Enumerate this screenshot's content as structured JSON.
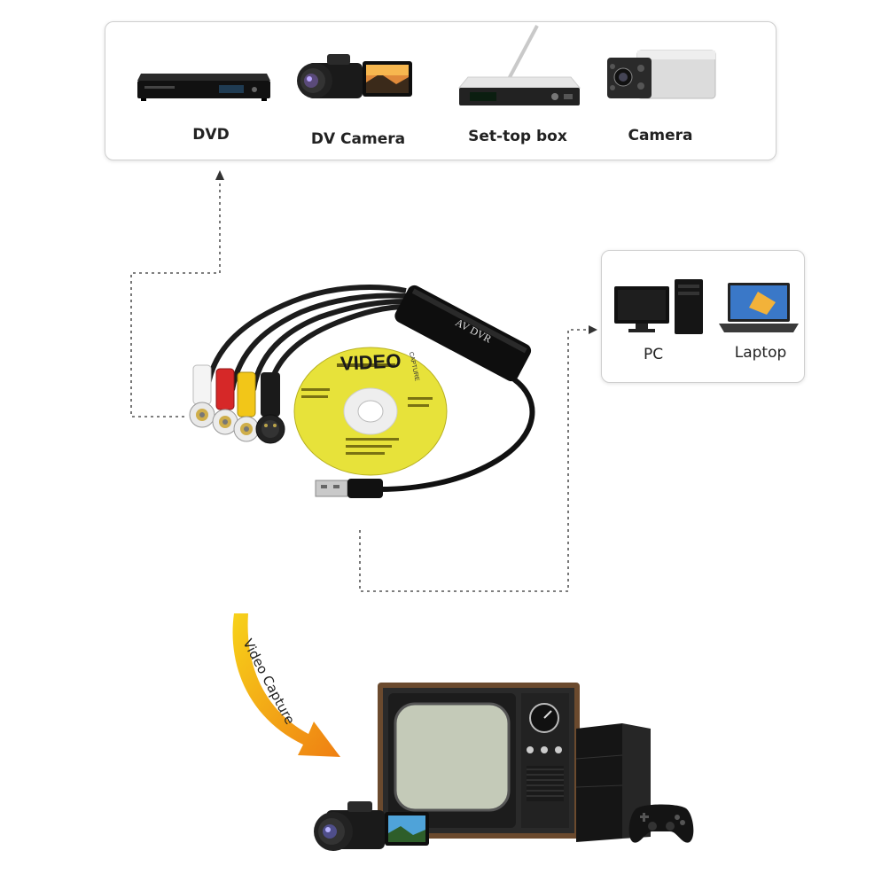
{
  "sources": {
    "items": [
      {
        "label": "DVD",
        "icon": "dvd-player-icon"
      },
      {
        "label": "DV Camera",
        "icon": "camcorder-icon"
      },
      {
        "label": "Set-top box",
        "icon": "set-top-box-icon"
      },
      {
        "label": "Camera",
        "icon": "security-camera-icon"
      }
    ]
  },
  "targets": {
    "items": [
      {
        "label": "PC",
        "icon": "desktop-pc-icon"
      },
      {
        "label": "Laptop",
        "icon": "laptop-icon"
      }
    ]
  },
  "device": {
    "box_label": "AV DVR",
    "disc_title": "VIDEO",
    "disc_subtitle": "CAPTURE"
  },
  "flow": {
    "arrow_text": "Video Capture"
  },
  "colors": {
    "arrow_gradient_start": "#f7d21a",
    "arrow_gradient_end": "#ef7f12",
    "rca_red": "#d62828",
    "rca_yellow": "#f2c618",
    "rca_white": "#f4f4f4",
    "disc": "#e7e23a"
  }
}
